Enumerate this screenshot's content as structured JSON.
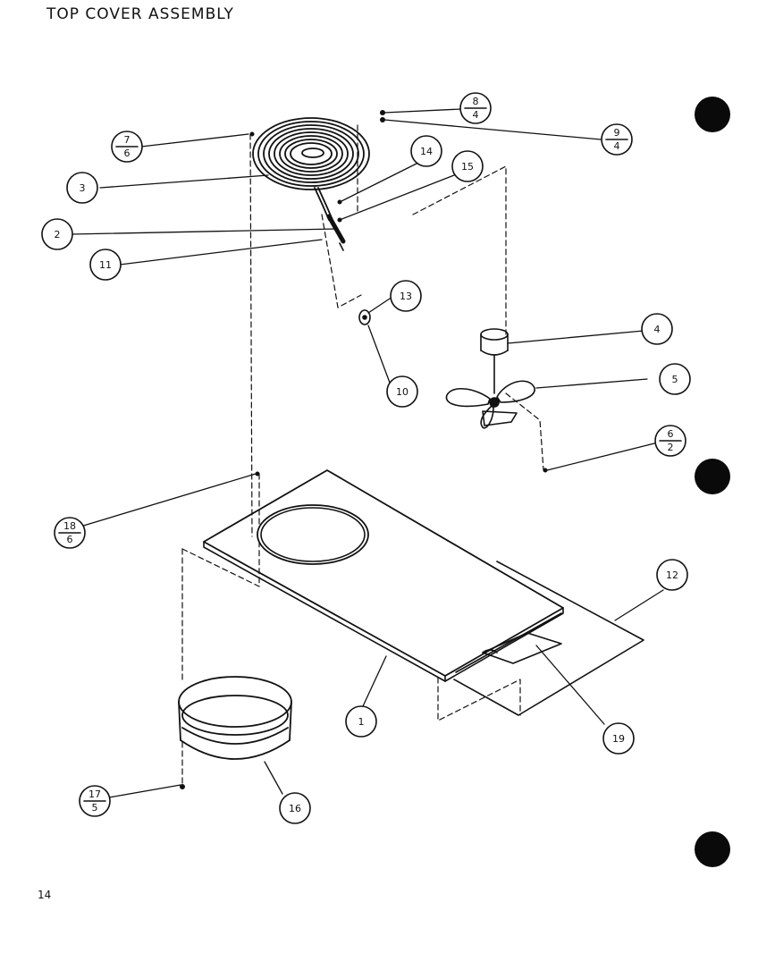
{
  "title": "TOP COVER ASSEMBLY",
  "page_number": "14",
  "callouts": {
    "c1": "1",
    "c2": "2",
    "c3": "3",
    "c4": "4",
    "c5": "5",
    "c6_top": "6",
    "c6_bottom": "2",
    "c7_top": "7",
    "c7_bottom": "6",
    "c8_top": "8",
    "c8_bottom": "4",
    "c9_top": "9",
    "c9_bottom": "4",
    "c10": "10",
    "c11": "11",
    "c12": "12",
    "c13": "13",
    "c14": "14",
    "c15": "15",
    "c16": "16",
    "c17_top": "17",
    "c17_bottom": "5",
    "c18_top": "18",
    "c18_bottom": "6",
    "c19": "19"
  }
}
